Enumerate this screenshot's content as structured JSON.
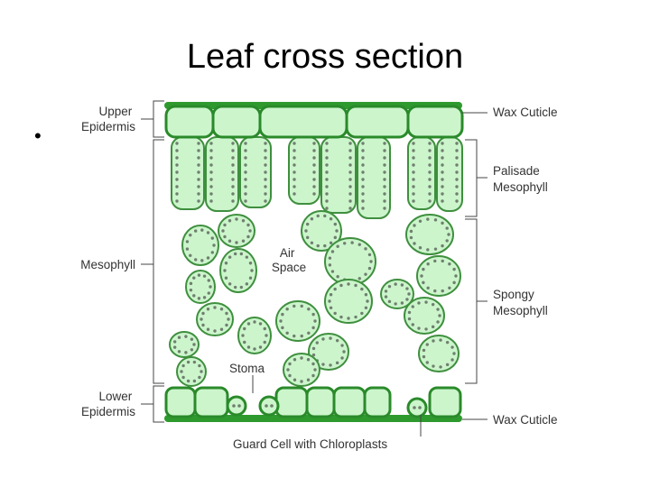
{
  "slide": {
    "title": "Leaf cross section",
    "bullet": "•"
  },
  "labels": {
    "upper_epidermis": [
      "Upper",
      "Epidermis"
    ],
    "mesophyll": "Mesophyll",
    "lower_epidermis": [
      "Lower",
      "Epidermis"
    ],
    "wax_cuticle_top": "Wax Cuticle",
    "palisade_mesophyll": [
      "Palisade",
      "Mesophyll"
    ],
    "spongy_mesophyll": [
      "Spongy",
      "Mesophyll"
    ],
    "wax_cuticle_bottom": "Wax Cuticle",
    "air_space": [
      "Air",
      "Space"
    ],
    "stoma": "Stoma",
    "guard_cell": "Guard Cell with Chloroplasts"
  },
  "colors": {
    "cell_fill": "#ccf5cc",
    "cell_stroke": "#3f8f3f",
    "epidermis_stroke": "#2a8a2a",
    "cuticle": "#2e9a2e",
    "chloroplast": "#6f7f6f",
    "label": "#333333",
    "leader": "#444444"
  }
}
